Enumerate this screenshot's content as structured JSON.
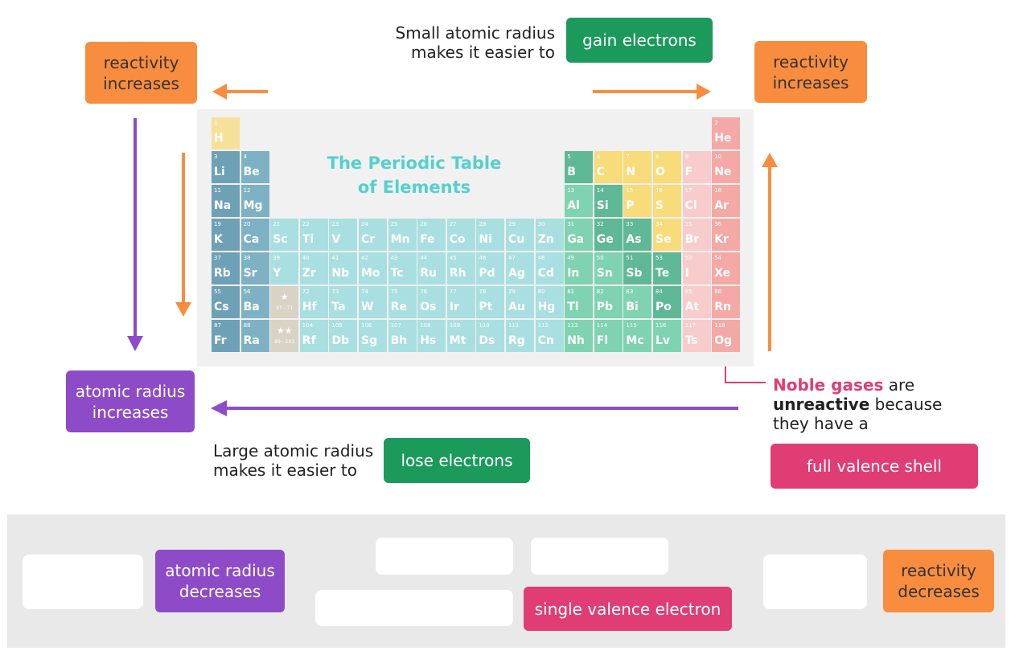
{
  "labels": {
    "reactivity_left": "reactivity\nincreases",
    "reactivity_right": "reactivity\nincreases",
    "gain_electrons": "gain electrons",
    "small_radius_line1": "Small atomic radius",
    "small_radius_line2": "makes it easier to",
    "atomic_radius_increases": "atomic radius\nincreases",
    "large_radius_line1": "Large atomic radius",
    "large_radius_line2": "makes it easier to",
    "lose_electrons": "lose electrons",
    "noble_gases": "Noble gases",
    "are": " are",
    "unreactive": "unreactive",
    "because": " because",
    "they_have_a": "they have a",
    "full_valence_shell": "full valence shell"
  },
  "table": {
    "title_line1": "The Periodic Table",
    "title_line2": "of Elements"
  },
  "tray": {
    "chip_atomic_radius_decreases": "atomic radius\ndecreases",
    "chip_single_valence_electron": "single valence electron",
    "chip_reactivity_decreases": "reactivity\ndecreases"
  },
  "colors": {
    "orange": "#f98d3f",
    "purple": "#8e4bc8",
    "green": "#1b9a5c",
    "pink": "#e03d74"
  },
  "elements": [
    {
      "n": "1",
      "s": "H",
      "c": "#f7e09a"
    },
    {
      "n": "2",
      "s": "He",
      "c": "#f4a9a6"
    },
    {
      "n": "3",
      "s": "Li",
      "c": "#6fa1b6"
    },
    {
      "n": "4",
      "s": "Be",
      "c": "#7fb1c4"
    },
    {
      "n": "5",
      "s": "B",
      "c": "#5fb896"
    },
    {
      "n": "6",
      "s": "C",
      "c": "#f8db7a"
    },
    {
      "n": "7",
      "s": "N",
      "c": "#f8db7a"
    },
    {
      "n": "8",
      "s": "O",
      "c": "#f8db7a"
    },
    {
      "n": "9",
      "s": "F",
      "c": "#f8cccc"
    },
    {
      "n": "10",
      "s": "Ne",
      "c": "#f4a9a6"
    },
    {
      "n": "11",
      "s": "Na",
      "c": "#6fa1b6"
    },
    {
      "n": "12",
      "s": "Mg",
      "c": "#7fb1c4"
    },
    {
      "n": "13",
      "s": "Al",
      "c": "#7fd3b0"
    },
    {
      "n": "14",
      "s": "Si",
      "c": "#5fb896"
    },
    {
      "n": "15",
      "s": "P",
      "c": "#f8db7a"
    },
    {
      "n": "16",
      "s": "S",
      "c": "#f8db7a"
    },
    {
      "n": "17",
      "s": "Cl",
      "c": "#f8cccc"
    },
    {
      "n": "18",
      "s": "Ar",
      "c": "#f4a9a6"
    },
    {
      "n": "19",
      "s": "K",
      "c": "#6fa1b6"
    },
    {
      "n": "20",
      "s": "Ca",
      "c": "#7fb1c4"
    },
    {
      "n": "21",
      "s": "Sc",
      "c": "#a9dfe0"
    },
    {
      "n": "22",
      "s": "Ti",
      "c": "#a9dfe0"
    },
    {
      "n": "23",
      "s": "V",
      "c": "#a9dfe0"
    },
    {
      "n": "24",
      "s": "Cr",
      "c": "#a9dfe0"
    },
    {
      "n": "25",
      "s": "Mn",
      "c": "#a9dfe0"
    },
    {
      "n": "26",
      "s": "Fe",
      "c": "#a9dfe0"
    },
    {
      "n": "27",
      "s": "Co",
      "c": "#a9dfe0"
    },
    {
      "n": "28",
      "s": "Ni",
      "c": "#a9dfe0"
    },
    {
      "n": "29",
      "s": "Cu",
      "c": "#a9dfe0"
    },
    {
      "n": "30",
      "s": "Zn",
      "c": "#a9dfe0"
    },
    {
      "n": "31",
      "s": "Ga",
      "c": "#7fd3b0"
    },
    {
      "n": "32",
      "s": "Ge",
      "c": "#5fb896"
    },
    {
      "n": "33",
      "s": "As",
      "c": "#5fb896"
    },
    {
      "n": "34",
      "s": "Se",
      "c": "#f8db7a"
    },
    {
      "n": "35",
      "s": "Br",
      "c": "#f8cccc"
    },
    {
      "n": "36",
      "s": "Kr",
      "c": "#f4a9a6"
    },
    {
      "n": "37",
      "s": "Rb",
      "c": "#6fa1b6"
    },
    {
      "n": "38",
      "s": "Sr",
      "c": "#7fb1c4"
    },
    {
      "n": "39",
      "s": "Y",
      "c": "#a9dfe0"
    },
    {
      "n": "40",
      "s": "Zr",
      "c": "#a9dfe0"
    },
    {
      "n": "41",
      "s": "Nb",
      "c": "#a9dfe0"
    },
    {
      "n": "42",
      "s": "Mo",
      "c": "#a9dfe0"
    },
    {
      "n": "43",
      "s": "Tc",
      "c": "#a9dfe0"
    },
    {
      "n": "44",
      "s": "Ru",
      "c": "#a9dfe0"
    },
    {
      "n": "45",
      "s": "Rh",
      "c": "#a9dfe0"
    },
    {
      "n": "46",
      "s": "Pd",
      "c": "#a9dfe0"
    },
    {
      "n": "47",
      "s": "Ag",
      "c": "#a9dfe0"
    },
    {
      "n": "48",
      "s": "Cd",
      "c": "#a9dfe0"
    },
    {
      "n": "49",
      "s": "In",
      "c": "#7fd3b0"
    },
    {
      "n": "50",
      "s": "Sn",
      "c": "#7fd3b0"
    },
    {
      "n": "51",
      "s": "Sb",
      "c": "#5fb896"
    },
    {
      "n": "53",
      "s": "Te",
      "c": "#5fb896"
    },
    {
      "n": "53",
      "s": "I",
      "c": "#f8cccc"
    },
    {
      "n": "54",
      "s": "Xe",
      "c": "#f4a9a6"
    },
    {
      "n": "55",
      "s": "Cs",
      "c": "#6fa1b6"
    },
    {
      "n": "56",
      "s": "Ba",
      "c": "#7fb1c4"
    },
    {
      "n": "★",
      "s": "57 - 71",
      "c": "#d9d3c6"
    },
    {
      "n": "72",
      "s": "Hf",
      "c": "#a9dfe0"
    },
    {
      "n": "73",
      "s": "Ta",
      "c": "#a9dfe0"
    },
    {
      "n": "74",
      "s": "W",
      "c": "#a9dfe0"
    },
    {
      "n": "75",
      "s": "Re",
      "c": "#a9dfe0"
    },
    {
      "n": "76",
      "s": "Os",
      "c": "#a9dfe0"
    },
    {
      "n": "77",
      "s": "Ir",
      "c": "#a9dfe0"
    },
    {
      "n": "78",
      "s": "Pt",
      "c": "#a9dfe0"
    },
    {
      "n": "79",
      "s": "Au",
      "c": "#a9dfe0"
    },
    {
      "n": "80",
      "s": "Hg",
      "c": "#a9dfe0"
    },
    {
      "n": "81",
      "s": "Tl",
      "c": "#7fd3b0"
    },
    {
      "n": "82",
      "s": "Pb",
      "c": "#7fd3b0"
    },
    {
      "n": "83",
      "s": "Bi",
      "c": "#7fd3b0"
    },
    {
      "n": "84",
      "s": "Po",
      "c": "#5fb896"
    },
    {
      "n": "85",
      "s": "At",
      "c": "#f8cccc"
    },
    {
      "n": "86",
      "s": "Rn",
      "c": "#f4a9a6"
    },
    {
      "n": "87",
      "s": "Fr",
      "c": "#6fa1b6"
    },
    {
      "n": "88",
      "s": "Ra",
      "c": "#7fb1c4"
    },
    {
      "n": "★★",
      "s": "89 - 103",
      "c": "#d9d3c6"
    },
    {
      "n": "104",
      "s": "Rf",
      "c": "#a9dfe0"
    },
    {
      "n": "105",
      "s": "Db",
      "c": "#a9dfe0"
    },
    {
      "n": "106",
      "s": "Sg",
      "c": "#a9dfe0"
    },
    {
      "n": "107",
      "s": "Bh",
      "c": "#a9dfe0"
    },
    {
      "n": "108",
      "s": "Hs",
      "c": "#a9dfe0"
    },
    {
      "n": "109",
      "s": "Mt",
      "c": "#a9dfe0"
    },
    {
      "n": "110",
      "s": "Ds",
      "c": "#a9dfe0"
    },
    {
      "n": "111",
      "s": "Rg",
      "c": "#a9dfe0"
    },
    {
      "n": "112",
      "s": "Cn",
      "c": "#a9dfe0"
    },
    {
      "n": "113",
      "s": "Nh",
      "c": "#7fd3b0"
    },
    {
      "n": "114",
      "s": "Fl",
      "c": "#7fd3b0"
    },
    {
      "n": "115",
      "s": "Mc",
      "c": "#7fd3b0"
    },
    {
      "n": "116",
      "s": "Lv",
      "c": "#7fd3b0"
    },
    {
      "n": "117",
      "s": "Ts",
      "c": "#f8cccc"
    },
    {
      "n": "118",
      "s": "Og",
      "c": "#f4a9a6"
    }
  ]
}
